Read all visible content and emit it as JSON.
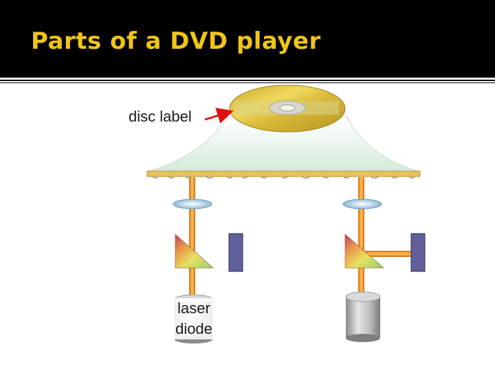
{
  "slide": {
    "title": "Parts of a DVD player"
  },
  "diagram": {
    "labels": {
      "disc_label": "disc label",
      "laser_line1": "laser",
      "laser_line2": "diode"
    },
    "colors": {
      "title": "#f0c419",
      "disc_gold": "#e2c23c",
      "laser_beam": "#ee9a2a",
      "detector": "#60609a",
      "arrow": "#e01010",
      "tray": "#dfeee4"
    }
  }
}
